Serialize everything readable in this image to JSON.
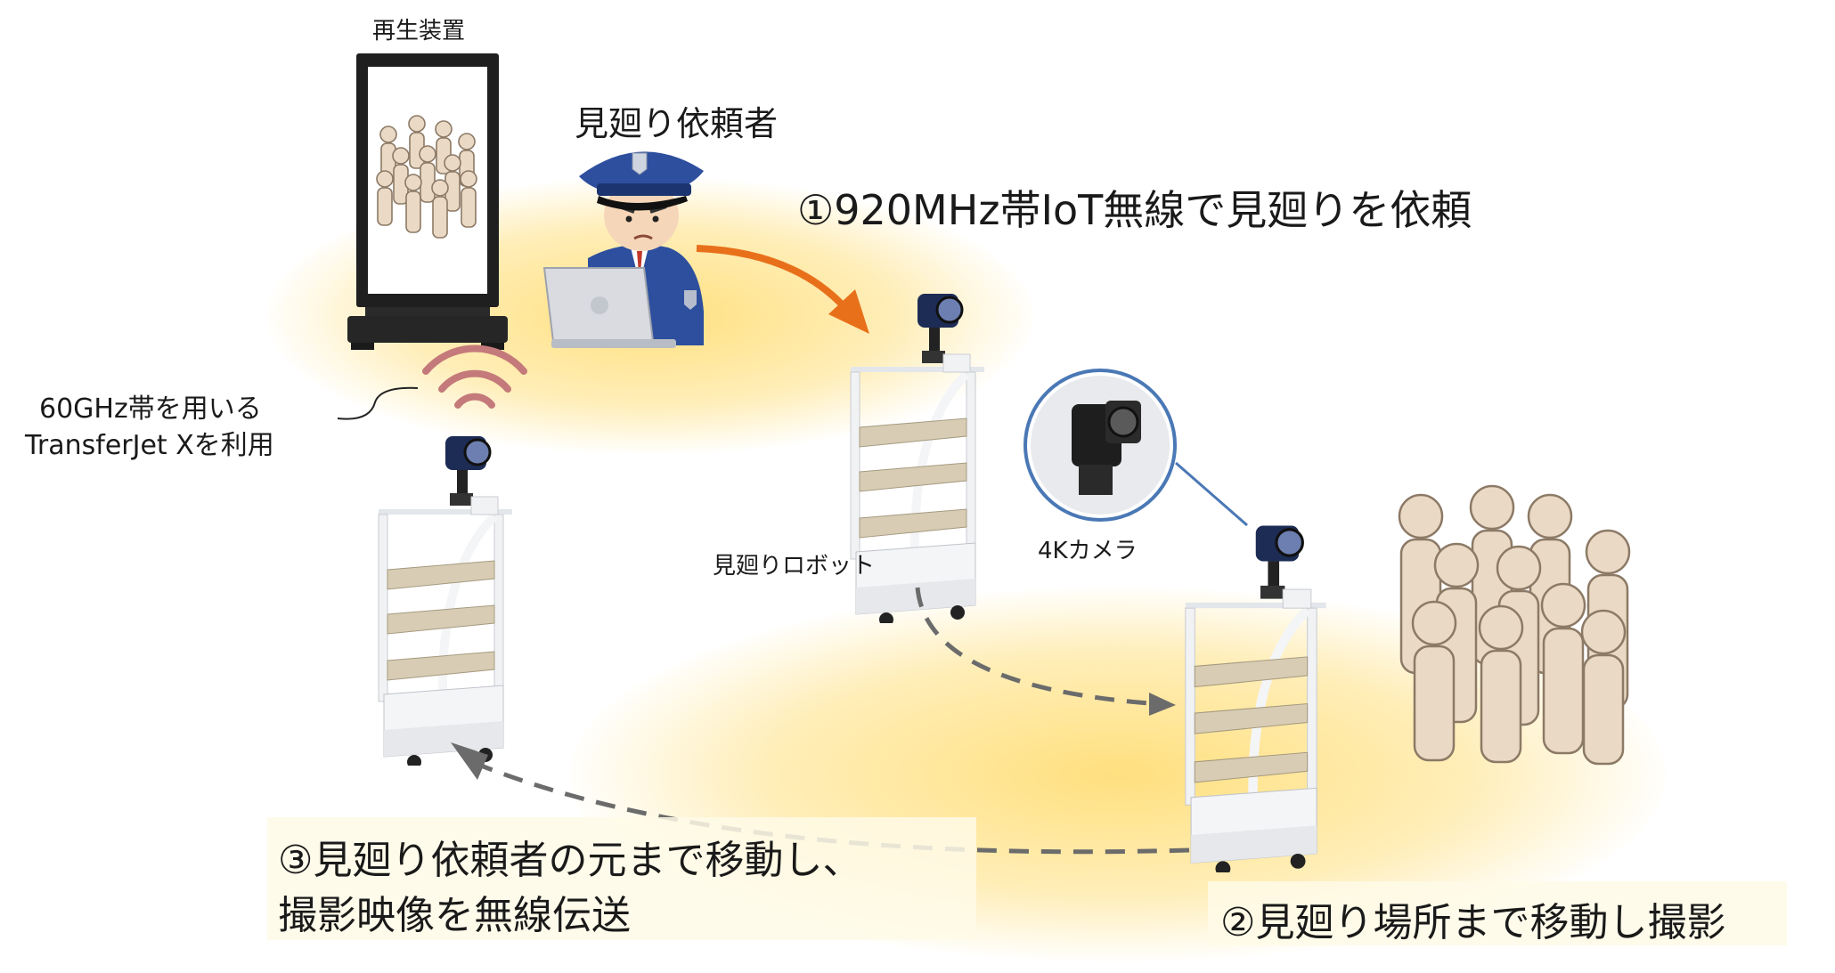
{
  "labels": {
    "playback_device": "再生装置",
    "requester": "見廻り依頼者",
    "robot": "見廻りロボット",
    "camera": "4Kカメラ",
    "wireless_line1": "60GHz帯を用いる",
    "wireless_line2": "TransferJet Xを利用"
  },
  "steps": {
    "step1": "①920MHz帯IoT無線で見廻りを依頼",
    "step2": "②見廻り場所まで移動し撮影",
    "step3_line1": "③見廻り依頼者の元まで移動し、",
    "step3_line2": "撮影映像を無線伝送"
  },
  "colors": {
    "highlight": "#ffe08a",
    "arrow_orange": "#e8701a",
    "arrow_dashed": "#6b6b6b",
    "waves": "#c47a7a",
    "uniform": "#2d4f9e",
    "person_fill": "#ead9c4",
    "person_stroke": "#8c7a66"
  },
  "icons": [
    "signage-icon",
    "guard-icon",
    "laptop-icon",
    "robot-icon",
    "camera-icon",
    "crowd-icon",
    "wireless-waves-icon"
  ]
}
